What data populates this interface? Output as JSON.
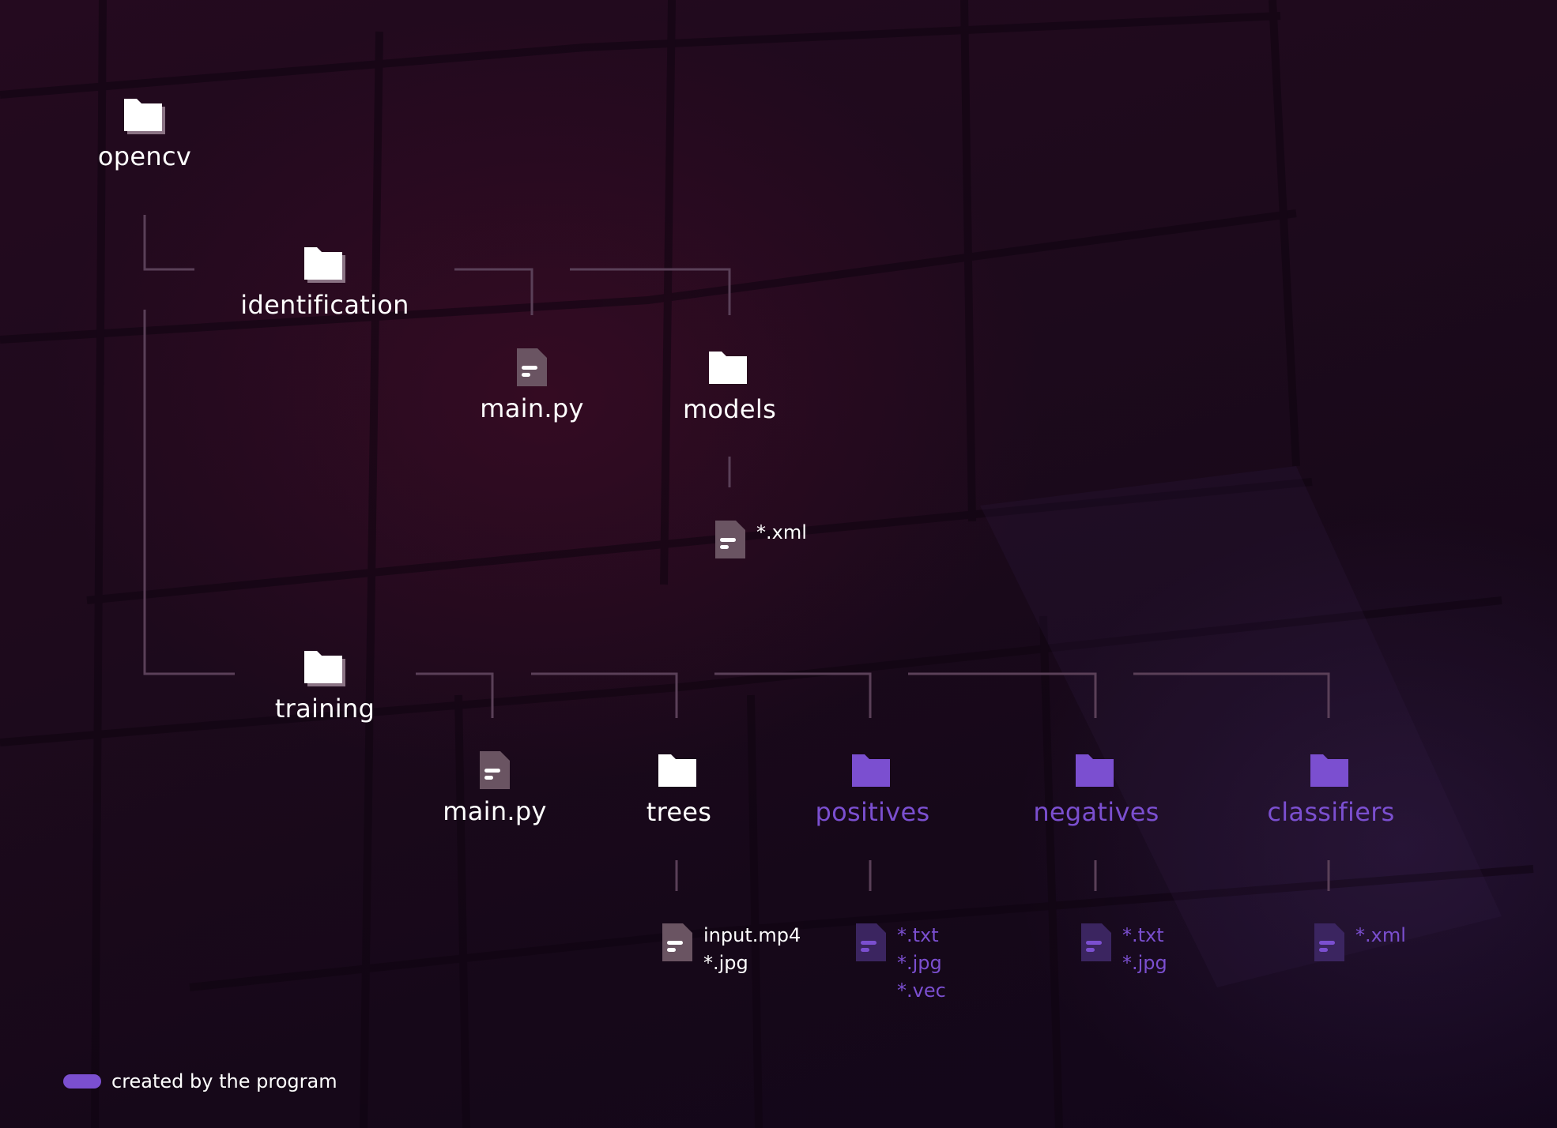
{
  "colors": {
    "folder_default": "#ffffff",
    "file_default": "#6a5462",
    "generated": "#7b4fd0",
    "generated_file": "#3b2560",
    "connector": "#5a4058"
  },
  "tree": {
    "opencv": {
      "label": "opencv",
      "icon": "folder-icon"
    },
    "identification": {
      "label": "identification",
      "icon": "folder-icon",
      "main_py": {
        "label": "main.py",
        "icon": "file-icon"
      },
      "models": {
        "label": "models",
        "icon": "folder-icon",
        "files": [
          "*.xml"
        ]
      }
    },
    "training": {
      "label": "training",
      "icon": "folder-icon",
      "main_py": {
        "label": "main.py",
        "icon": "file-icon"
      },
      "trees": {
        "label": "trees",
        "icon": "folder-icon",
        "files": [
          "input.mp4",
          "*.jpg"
        ]
      },
      "positives": {
        "label": "positives",
        "icon": "folder-icon",
        "generated": true,
        "files": [
          "*.txt",
          "*.jpg",
          "*.vec"
        ]
      },
      "negatives": {
        "label": "negatives",
        "icon": "folder-icon",
        "generated": true,
        "files": [
          "*.txt",
          "*.jpg"
        ]
      },
      "classifiers": {
        "label": "classifiers",
        "icon": "folder-icon",
        "generated": true,
        "files": [
          "*.xml"
        ]
      }
    }
  },
  "legend": {
    "label": "created by the program"
  }
}
